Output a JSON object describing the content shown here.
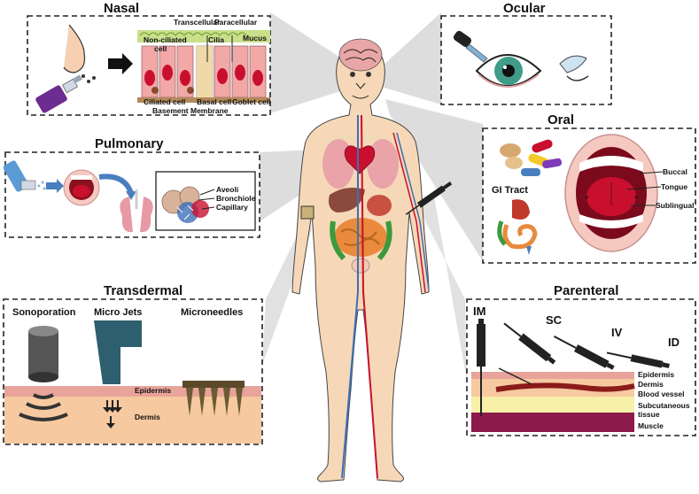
{
  "panels": {
    "nasal": {
      "title": "Nasal",
      "labels": {
        "transcellular": "Transcellular",
        "paracellular": "Paracellular",
        "non_ciliated": "Non-ciliated",
        "cell": "cell",
        "cilia": "Cilia",
        "mucus": "Mucus",
        "ciliated_cell": "Ciliated cell",
        "basal_cell": "Basal cell",
        "goblet_cell": "Goblet cell",
        "basement_membrane": "Basement Membrane"
      }
    },
    "ocular": {
      "title": "Ocular"
    },
    "pulmonary": {
      "title": "Pulmonary",
      "labels": {
        "aveoli": "Aveoli",
        "bronchiole": "Bronchiole",
        "capillary": "Capillary"
      }
    },
    "oral": {
      "title": "Oral",
      "labels": {
        "gi_tract": "GI Tract",
        "buccal": "Buccal",
        "tongue": "Tongue",
        "sublingual": "Sublingual"
      }
    },
    "transdermal": {
      "title": "Transdermal",
      "labels": {
        "sonoporation": "Sonoporation",
        "micro_jets": "Micro Jets",
        "microneedles": "Microneedles",
        "epidermis": "Epidermis",
        "dermis": "Dermis"
      }
    },
    "parenteral": {
      "title": "Parenteral",
      "labels": {
        "im": "IM",
        "sc": "SC",
        "iv": "IV",
        "id": "ID",
        "epidermis": "Epidermis",
        "dermis": "Dermis",
        "blood_vessel": "Blood vessel",
        "subcutaneous": "Subcutaneous",
        "tissue": "tissue",
        "muscle": "Muscle"
      }
    }
  },
  "colors": {
    "skin": "#f6c9a0",
    "epidermis": "#e8a39a",
    "muscle": "#8c1a4a",
    "subcutaneous": "#f6f0a8",
    "syringe": "#222222",
    "lung": "#e79aa6",
    "blood": "#c8102e",
    "vein": "#3d6fb6",
    "eye_iris": "#3f9c88",
    "mouth_red": "#c8102e"
  }
}
